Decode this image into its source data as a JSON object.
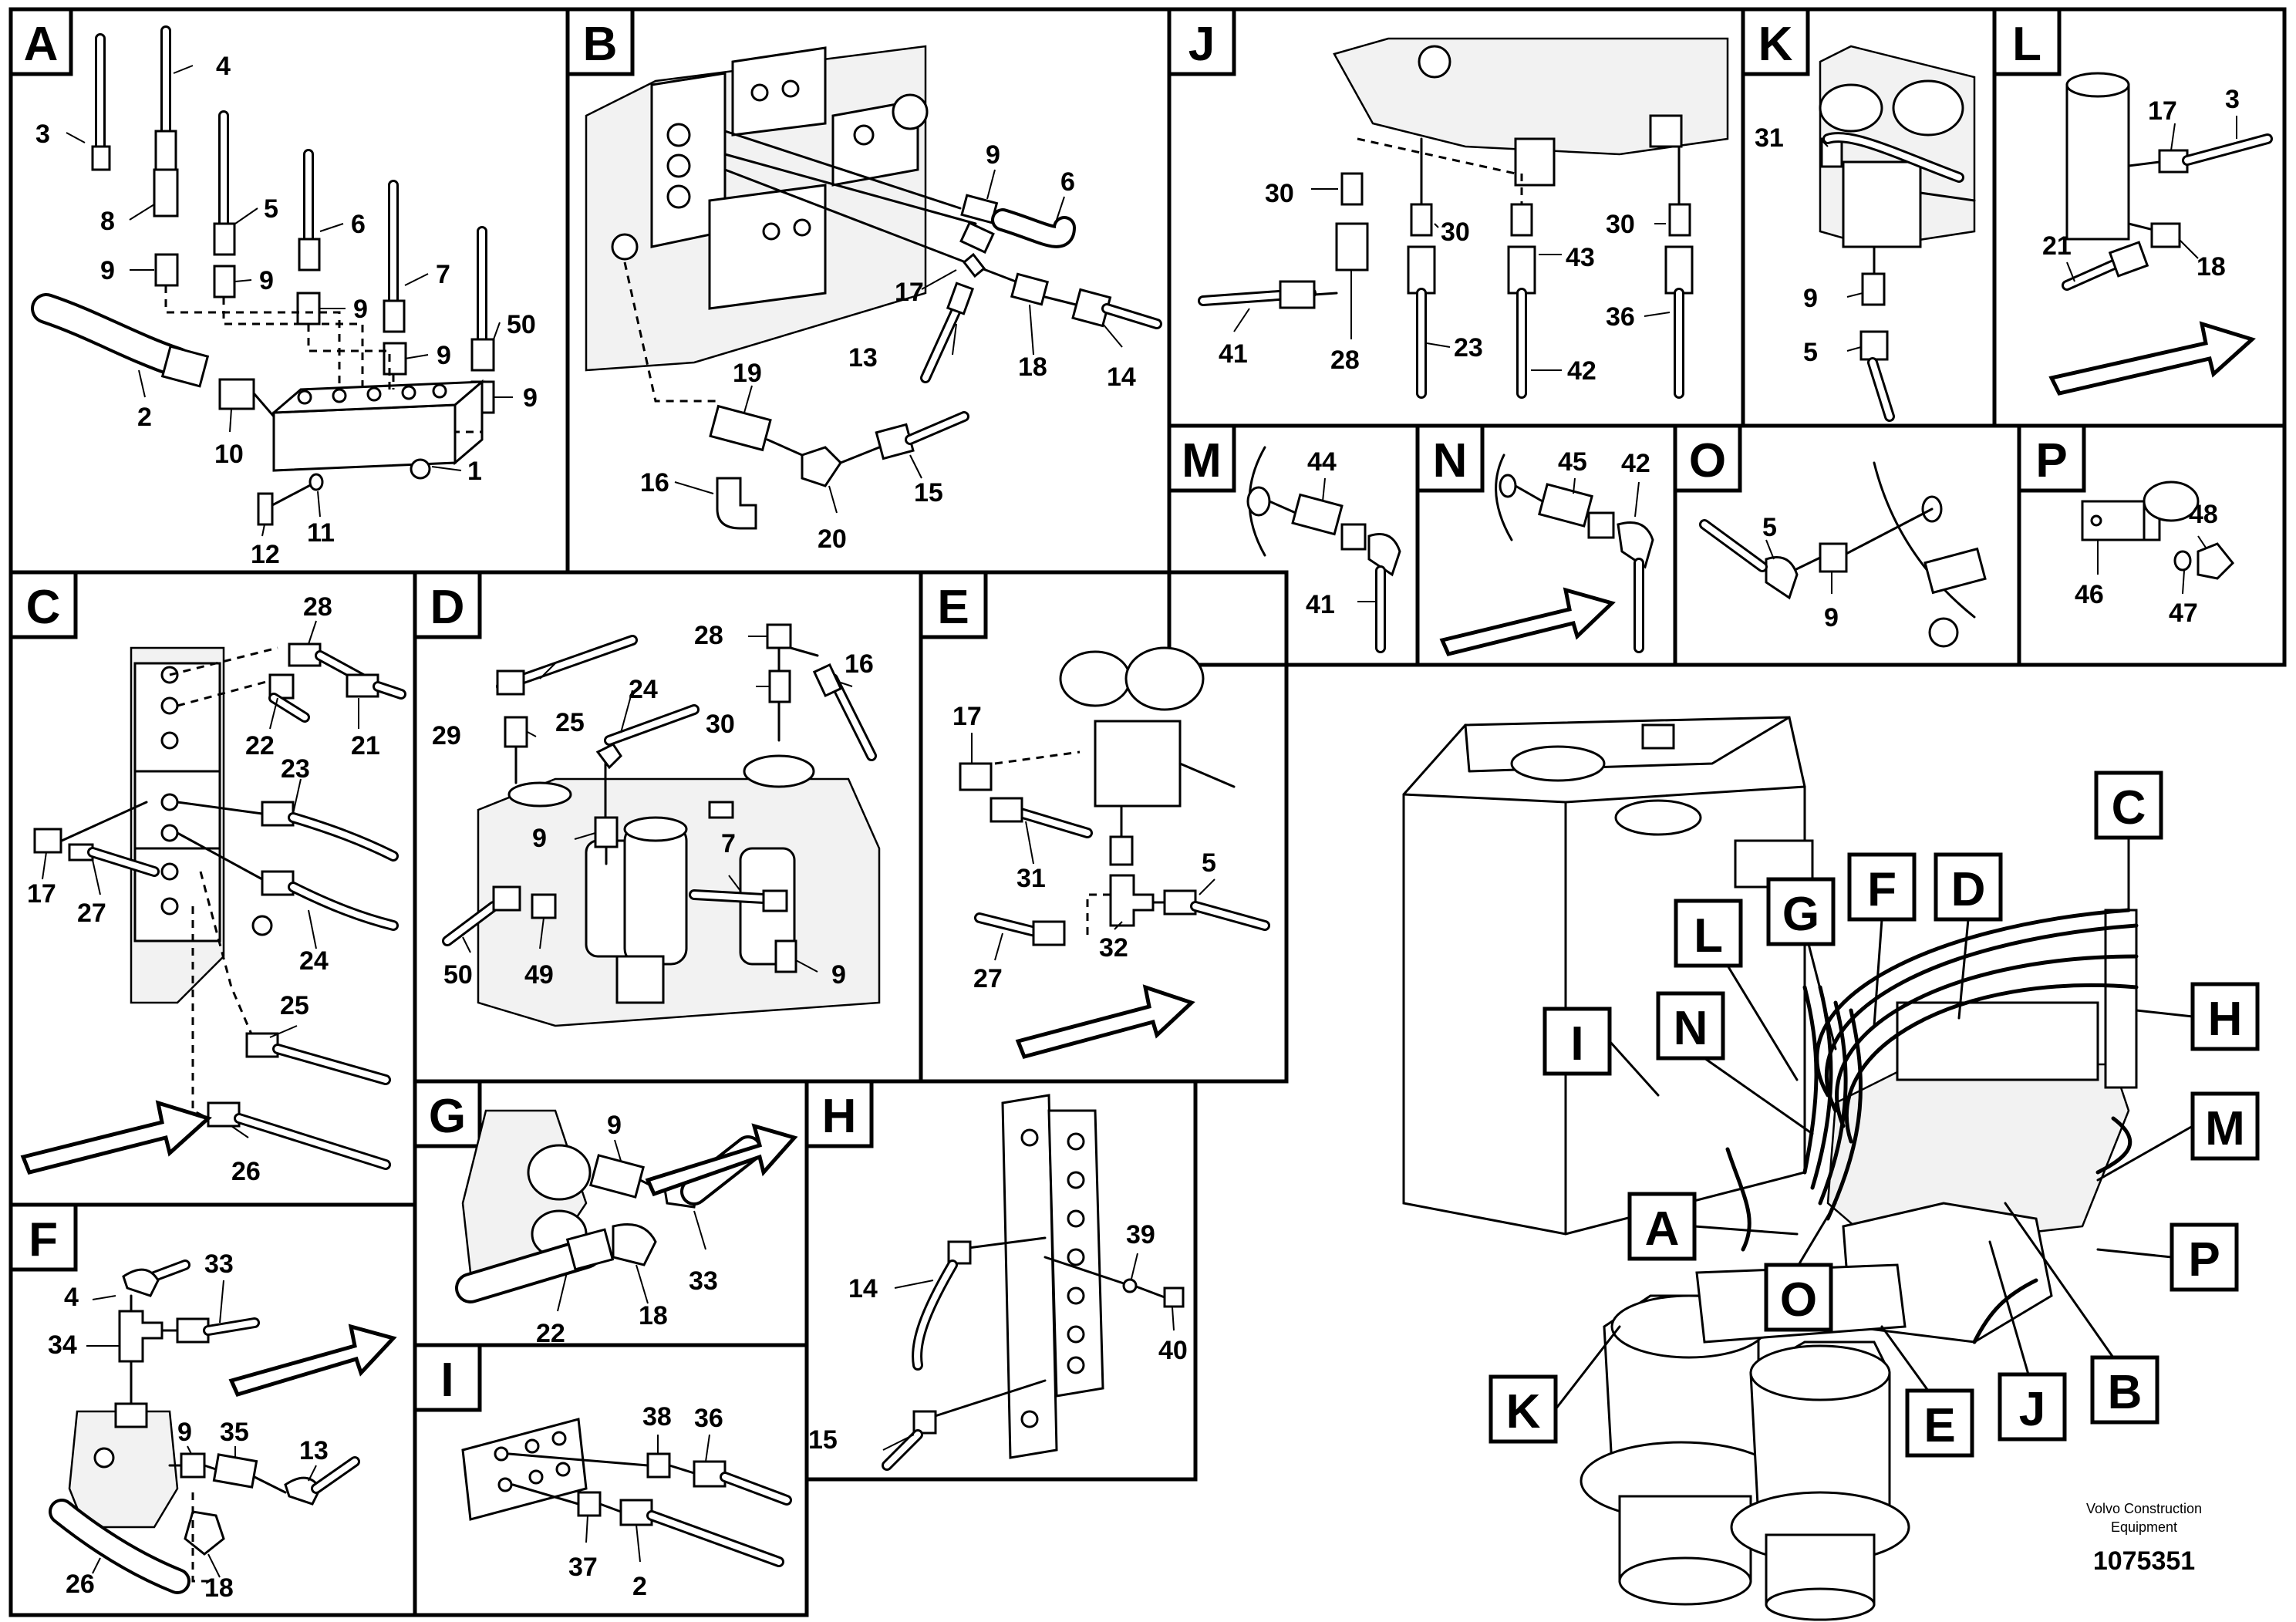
{
  "panels": {
    "A": {
      "letter": "A",
      "callouts": [
        "4",
        "3",
        "8",
        "5",
        "6",
        "9",
        "9",
        "9",
        "7",
        "9",
        "50",
        "9",
        "2",
        "10",
        "1",
        "12",
        "11"
      ]
    },
    "B": {
      "letter": "B",
      "callouts": [
        "9",
        "6",
        "17",
        "13",
        "18",
        "14",
        "19",
        "16",
        "20",
        "15"
      ]
    },
    "J": {
      "letter": "J",
      "callouts": [
        "30",
        "30",
        "43",
        "30",
        "41",
        "28",
        "23",
        "42",
        "36"
      ]
    },
    "K": {
      "letter": "K",
      "callouts": [
        "31",
        "9",
        "5"
      ]
    },
    "L": {
      "letter": "L",
      "callouts": [
        "17",
        "3",
        "21",
        "18"
      ]
    },
    "M": {
      "letter": "M",
      "callouts": [
        "44",
        "41"
      ]
    },
    "N": {
      "letter": "N",
      "callouts": [
        "45",
        "42"
      ]
    },
    "O": {
      "letter": "O",
      "callouts": [
        "5",
        "9"
      ]
    },
    "P": {
      "letter": "P",
      "callouts": [
        "48",
        "46",
        "47"
      ]
    },
    "C": {
      "letter": "C",
      "callouts": [
        "28",
        "22",
        "21",
        "23",
        "17",
        "27",
        "24",
        "25",
        "26"
      ]
    },
    "D": {
      "letter": "D",
      "callouts": [
        "28",
        "16",
        "24",
        "29",
        "25",
        "30",
        "9",
        "7",
        "50",
        "49",
        "9"
      ]
    },
    "E": {
      "letter": "E",
      "callouts": [
        "17",
        "31",
        "5",
        "27",
        "32"
      ]
    },
    "F": {
      "letter": "F",
      "callouts": [
        "4",
        "33",
        "34",
        "9",
        "35",
        "13",
        "26",
        "18"
      ]
    },
    "G": {
      "letter": "G",
      "callouts": [
        "9",
        "22",
        "18",
        "33"
      ]
    },
    "H": {
      "letter": "H",
      "callouts": [
        "39",
        "14",
        "40",
        "15"
      ]
    },
    "I": {
      "letter": "I",
      "callouts": [
        "38",
        "36",
        "37",
        "2"
      ]
    }
  },
  "overview": {
    "labels": [
      "C",
      "F",
      "D",
      "L",
      "G",
      "H",
      "N",
      "I",
      "M",
      "A",
      "P",
      "O",
      "K",
      "E",
      "J",
      "B"
    ]
  },
  "footer": {
    "credit_line1": "Volvo Construction",
    "credit_line2": "Equipment",
    "drawing_number": "1075351"
  }
}
